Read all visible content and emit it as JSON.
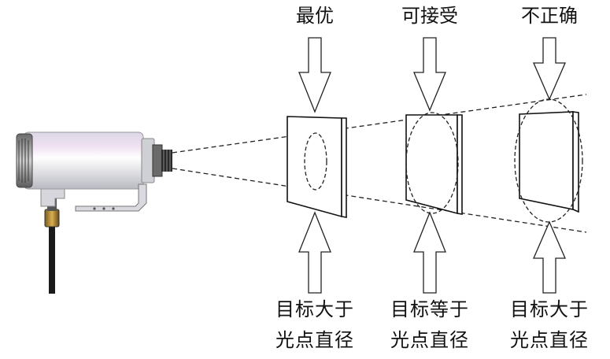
{
  "panels": [
    {
      "top_label": "最优",
      "bottom_line1": "目标大于",
      "bottom_line2": "光点直径"
    },
    {
      "top_label": "可接受",
      "bottom_line1": "目标等于",
      "bottom_line2": "光点直径"
    },
    {
      "top_label": "不正确",
      "bottom_line1": "目标大于",
      "bottom_line2": "光点直径"
    }
  ],
  "colors": {
    "stroke": "#111111",
    "background": "#ffffff",
    "camera_body": "#e9e7ef",
    "camera_tint": "#d8b8dc"
  },
  "icons": [
    "infrared-thermometer-icon",
    "arrow-down-icon",
    "arrow-up-icon"
  ]
}
